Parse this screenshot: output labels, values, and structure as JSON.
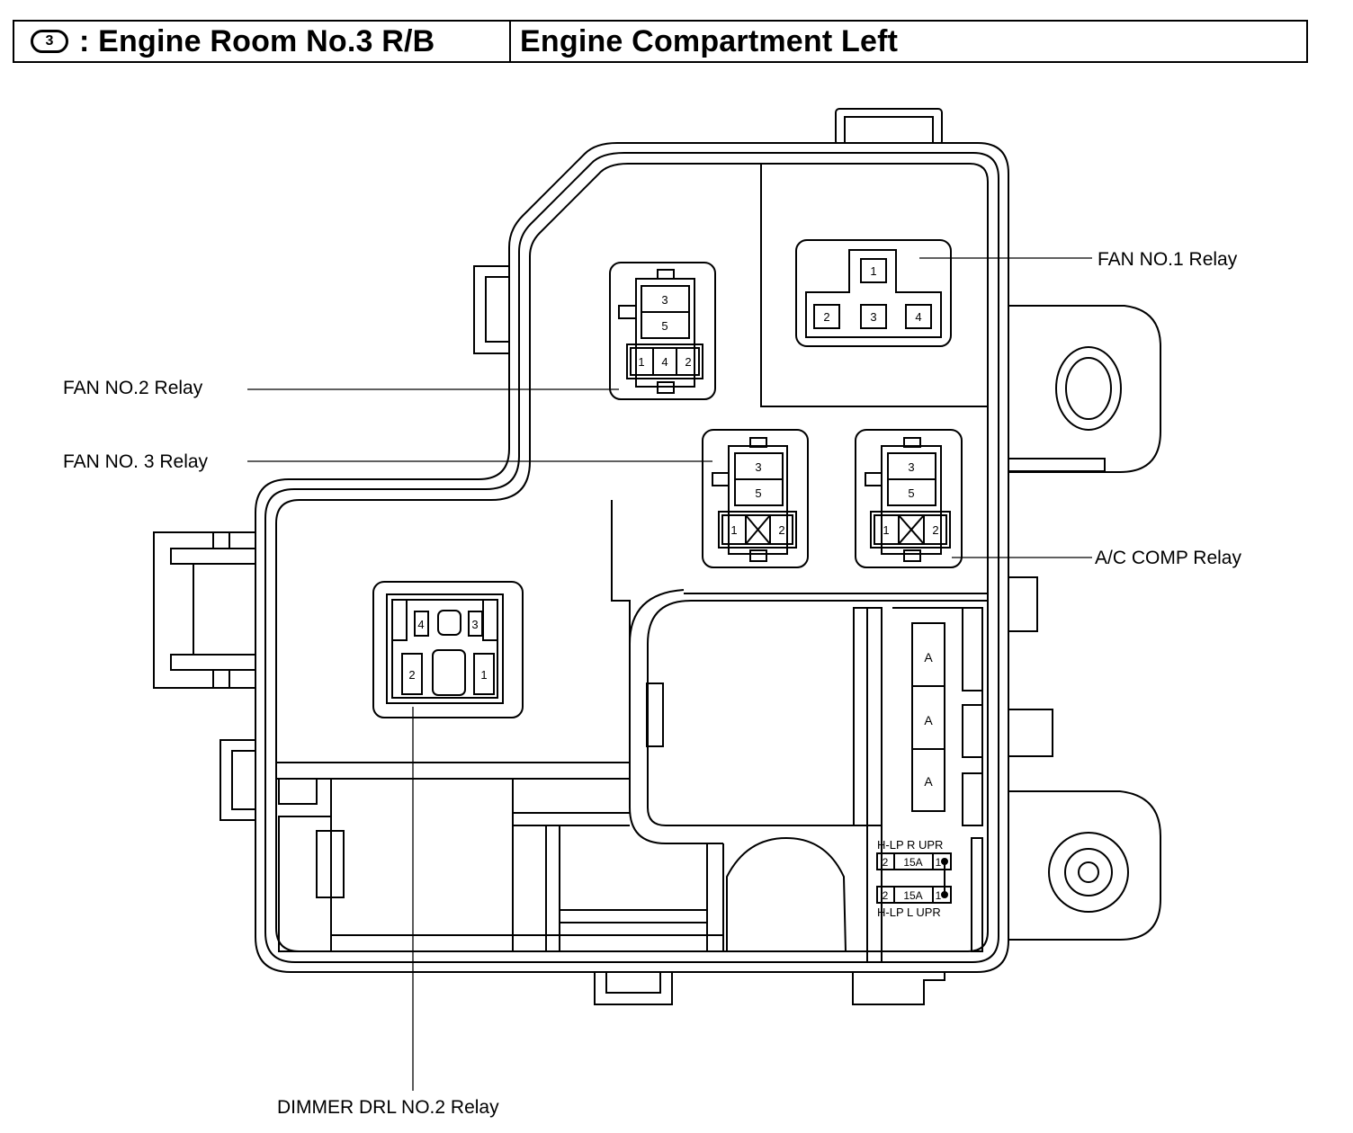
{
  "header": {
    "badge_number": "3",
    "title": ": Engine Room No.3 R/B",
    "location": "Engine Compartment Left"
  },
  "labels": {
    "fan_no1": "FAN NO.1 Relay",
    "fan_no2": "FAN NO.2 Relay",
    "fan_no3": "FAN NO. 3 Relay",
    "ac_comp": "A/C COMP Relay",
    "dimmer": "DIMMER DRL NO.2 Relay"
  },
  "fan_no1_pins": [
    "1",
    "2",
    "3",
    "4"
  ],
  "fan_no2_pins": [
    "3",
    "5",
    "1",
    "4",
    "2"
  ],
  "fan_no3_pins": [
    "3",
    "5",
    "1",
    "2"
  ],
  "ac_comp_pins": [
    "3",
    "5",
    "1",
    "2"
  ],
  "dimmer_pins": [
    "4",
    "3",
    "2",
    "1"
  ],
  "fuse_slots": [
    "A",
    "A",
    "A"
  ],
  "fuses": {
    "upper_name": "H-LP R UPR",
    "upper_left_pin": "2",
    "upper_rating": "15A",
    "upper_right_pin": "1",
    "lower_name": "H-LP L UPR",
    "lower_left_pin": "2",
    "lower_rating": "15A",
    "lower_right_pin": "1"
  }
}
